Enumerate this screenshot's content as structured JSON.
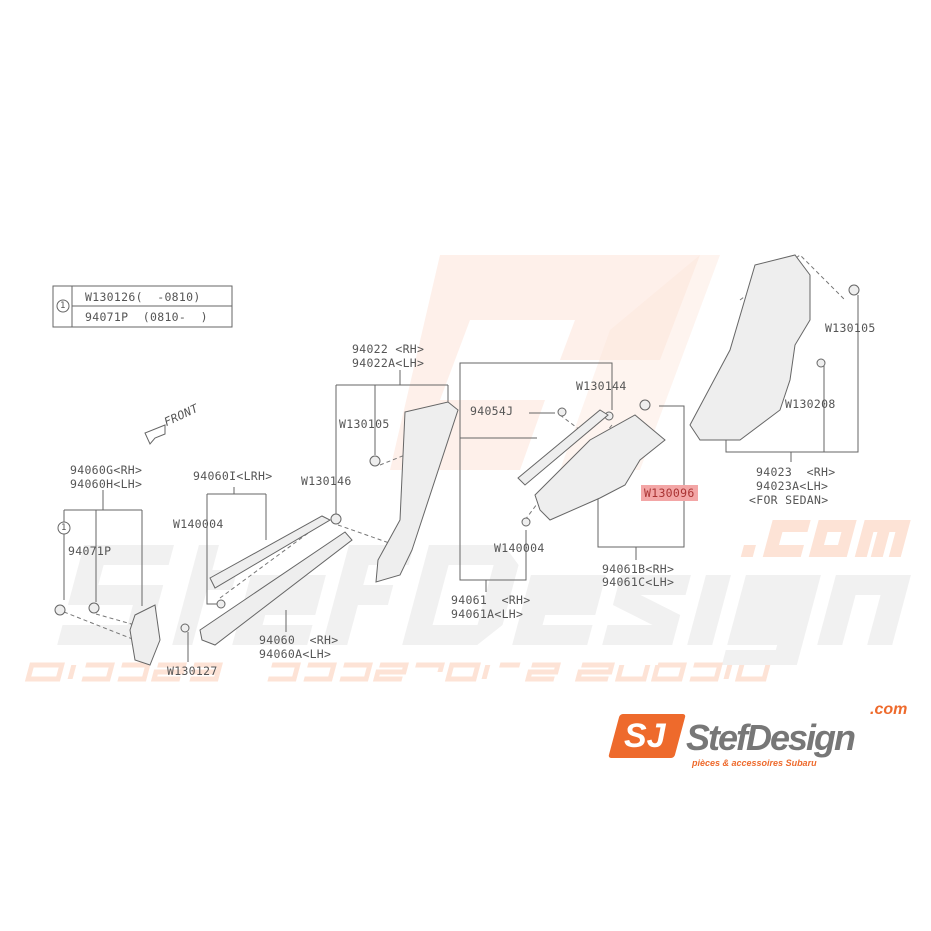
{
  "legend_table": {
    "symbol": "1",
    "rows": [
      "W130126(  -0810)",
      "94071P  (0810-  )"
    ]
  },
  "direction_label": "FRONT",
  "labels": {
    "p94060G": "94060G<RH>",
    "p94060H": "94060H<LH>",
    "p94060I": "94060I<LRH>",
    "w140004_left": "W140004",
    "w130146": "W130146",
    "p94022": "94022 <RH>",
    "p94022A": "94022A<LH>",
    "w130105_left": "W130105",
    "p94071P": "94071P",
    "circle_ref": "1",
    "p94060": "94060  <RH>",
    "p94060A": "94060A<LH>",
    "w130127": "W130127",
    "w130144": "W130144",
    "p94054J": "94054J",
    "w130096": "W130096",
    "w140004_right": "W140004",
    "p94061": "94061  <RH>",
    "p94061A": "94061A<LH>",
    "p94061B": "94061B<RH>",
    "p94061C": "94061C<LH>",
    "w130105_right": "W130105",
    "w130208": "W130208",
    "p94023": "94023  <RH>",
    "p94023A": "94023A<LH>",
    "for_sedan": "<FOR SEDAN>"
  },
  "highlight_color": "#f3a6a6",
  "watermark": {
    "brand": "StefDesign",
    "domain": ".com",
    "tagline": "pièces & accessoires Subaru",
    "logo_letters": "SJ"
  },
  "logo": {
    "brand": "StefDesign",
    "domain": ".com",
    "tagline": "pièces & accessoires Subaru",
    "mark": "SJ",
    "accent": "#ee6a2c"
  }
}
